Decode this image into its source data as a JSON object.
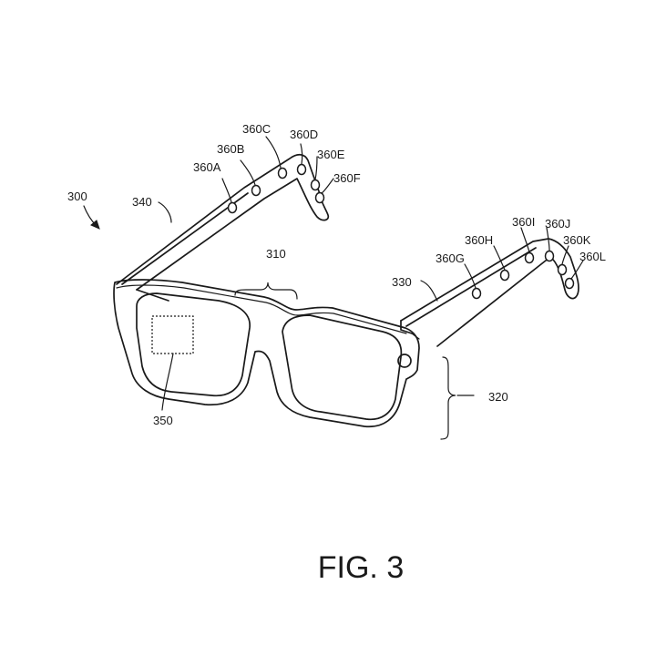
{
  "figure": {
    "caption": "FIG. 3",
    "labels": {
      "device": "300",
      "bridge": "310",
      "frame_front": "320",
      "right_arm": "330",
      "left_arm": "340",
      "display": "350",
      "sensor_a": "360A",
      "sensor_b": "360B",
      "sensor_c": "360C",
      "sensor_d": "360D",
      "sensor_e": "360E",
      "sensor_f": "360F",
      "sensor_g": "360G",
      "sensor_h": "360H",
      "sensor_i": "360I",
      "sensor_j": "360J",
      "sensor_k": "360K",
      "sensor_l": "360L"
    }
  }
}
